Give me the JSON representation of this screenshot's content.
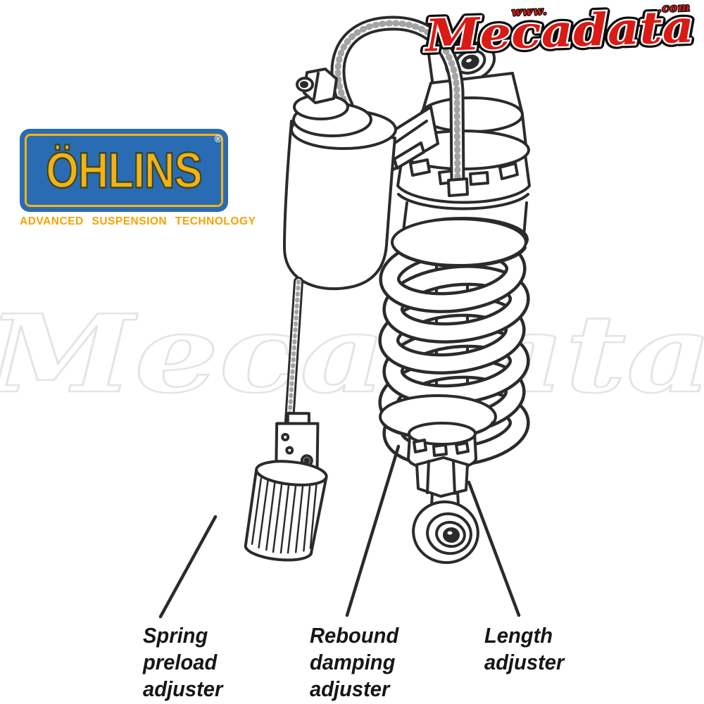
{
  "brand_logos": {
    "ohlins": {
      "name": "ÖHLINS",
      "registered_mark": "®",
      "tagline": "ADVANCED SUSPENSION TECHNOLOGY",
      "colors": {
        "panel_blue": "#2a6cb3",
        "letter_yellow": "#f2b216",
        "tagline_orange": "#f5a300"
      }
    },
    "mecadata": {
      "prefix": "www.",
      "name": "Mecadata",
      "suffix": ".com",
      "color": "#da1a15"
    }
  },
  "watermark": {
    "text": "Mecadata",
    "color": "#e4e4e4"
  },
  "diagram": {
    "line_color": "#2b2b2b",
    "callouts": [
      {
        "label": "Spring\npreload\nadjuster"
      },
      {
        "label": "Rebound\ndamping\nadjuster"
      },
      {
        "label": "Length\nadjuster"
      }
    ]
  }
}
